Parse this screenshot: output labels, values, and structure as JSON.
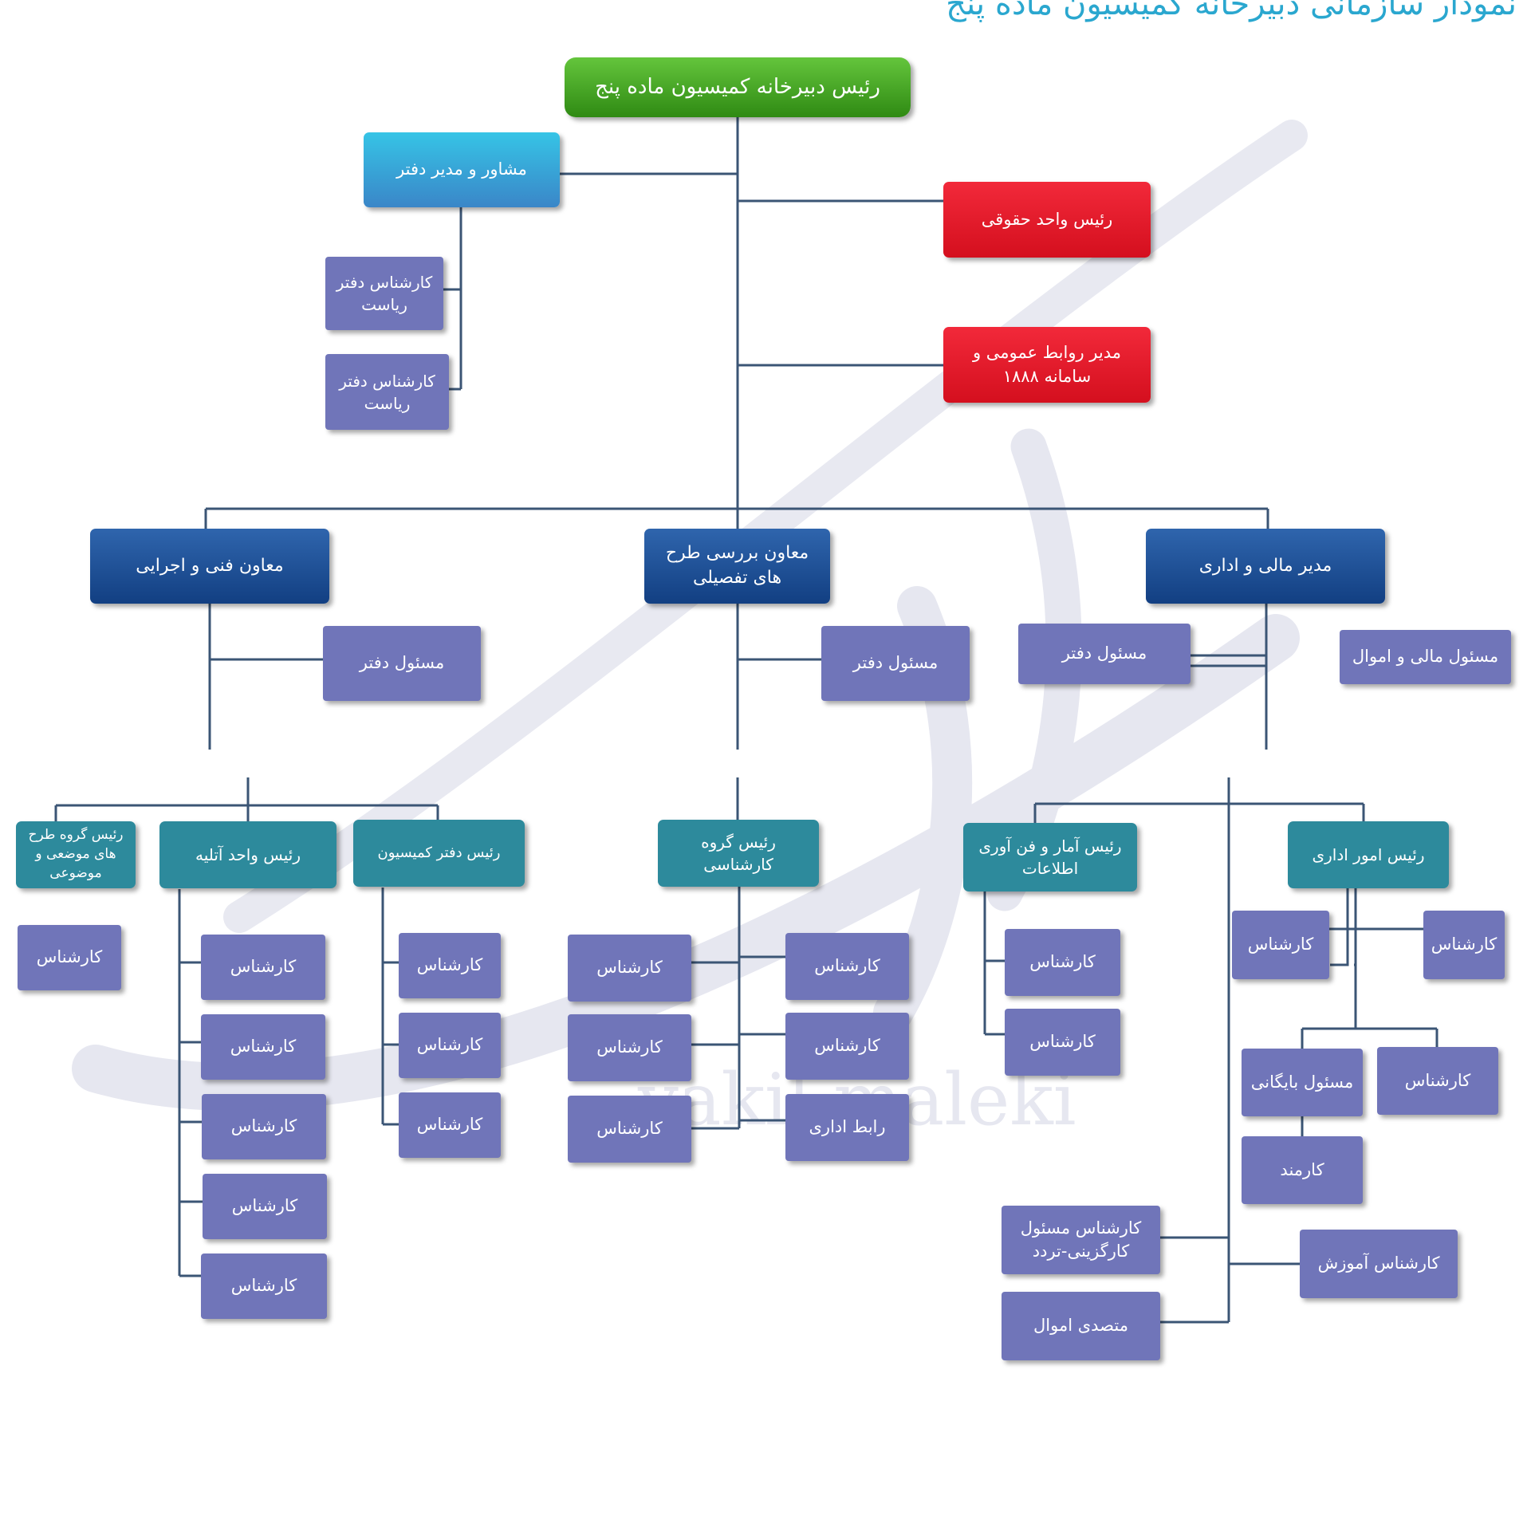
{
  "title": "نمودار سازمانی دبیرخانه کمیسیون ماده پنج",
  "watermark": {
    "text": "vakil maleki",
    "color": "#e6e7f0"
  },
  "colors": {
    "line": "#3b5575",
    "green": "#3aa01a",
    "cyan": "#3aa6d9",
    "red": "#e5162a",
    "navy": "#1c4b90",
    "teal": "#2d8a9c",
    "purple": "#7075b9"
  },
  "nodes": {
    "head": "رئیس دبیرخانه کمیسیون ماده پنج",
    "advisor": "مشاور و مدیر دفتر",
    "legal": "رئیس واحد حقوقی",
    "pr": "مدیر روابط عمومی و سامانه ۱۸۸۸",
    "office_expert_1": "کارشناس دفتر ریاست",
    "office_expert_2": "کارشناس دفتر ریاست",
    "tech_deputy": "معاون فنی و اجرایی",
    "plan_deputy": "معاون بررسی طرح های تفصیلی",
    "finance_manager": "مدیر مالی و اداری",
    "tech_office": "مسئول دفتر",
    "plan_office": "مسئول دفتر",
    "fin_office": "مسئول دفتر",
    "fin_assets": "مسئول مالی و اموال",
    "topic_group": "رئیس گروه طرح های موضعی و موضوعی",
    "atelier": "رئیس واحد آتلیه",
    "commission_office": "رئیس دفتر کمیسیون",
    "expert_group": "رئیس گروه کارشناسی",
    "it_head": "رئیس آمار و فن آوری اطلاعات",
    "admin_head": "رئیس امور اداری",
    "expert": "کارشناس",
    "admin_liaison": "رابط اداری",
    "archive": "مسئول بایگانی",
    "employee": "کارمند",
    "hr_expert": "کارشناس مسئول کارگزینی-تردد",
    "training_expert": "کارشناس آموزش",
    "assets_clerk": "متصدی اموال"
  }
}
